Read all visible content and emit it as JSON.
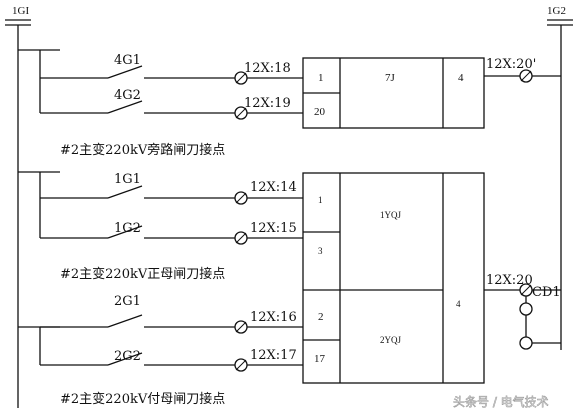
{
  "bus_left_label": "1GI",
  "bus_right_label": "1G2",
  "group1": {
    "switch_a": "4G1",
    "switch_b": "4G2",
    "term_a": "12X:18",
    "term_b": "12X:19",
    "pin_a": "1",
    "pin_b": "20",
    "relay": "7J",
    "relay_pin": "4",
    "out_term": "12X:20'",
    "caption": "#2主变220kV旁路闸刀接点"
  },
  "group2": {
    "switch_a": "1G1",
    "switch_b": "1G2",
    "term_a": "12X:14",
    "term_b": "12X:15",
    "pin_a": "1",
    "pin_b": "3",
    "relay": "1YQJ",
    "caption": "#2主变220kV正母闸刀接点"
  },
  "group3": {
    "switch_a": "2G1",
    "switch_b": "2G2",
    "term_a": "12X:16",
    "term_b": "12X:17",
    "pin_a": "2",
    "pin_b": "17",
    "relay": "2YQJ",
    "caption": "#2主变220kV付母闸刀接点"
  },
  "shared_pin": "4",
  "out_term2": "12X:20",
  "cd_label": "CD1",
  "watermark": "头条号 / 电气技术"
}
